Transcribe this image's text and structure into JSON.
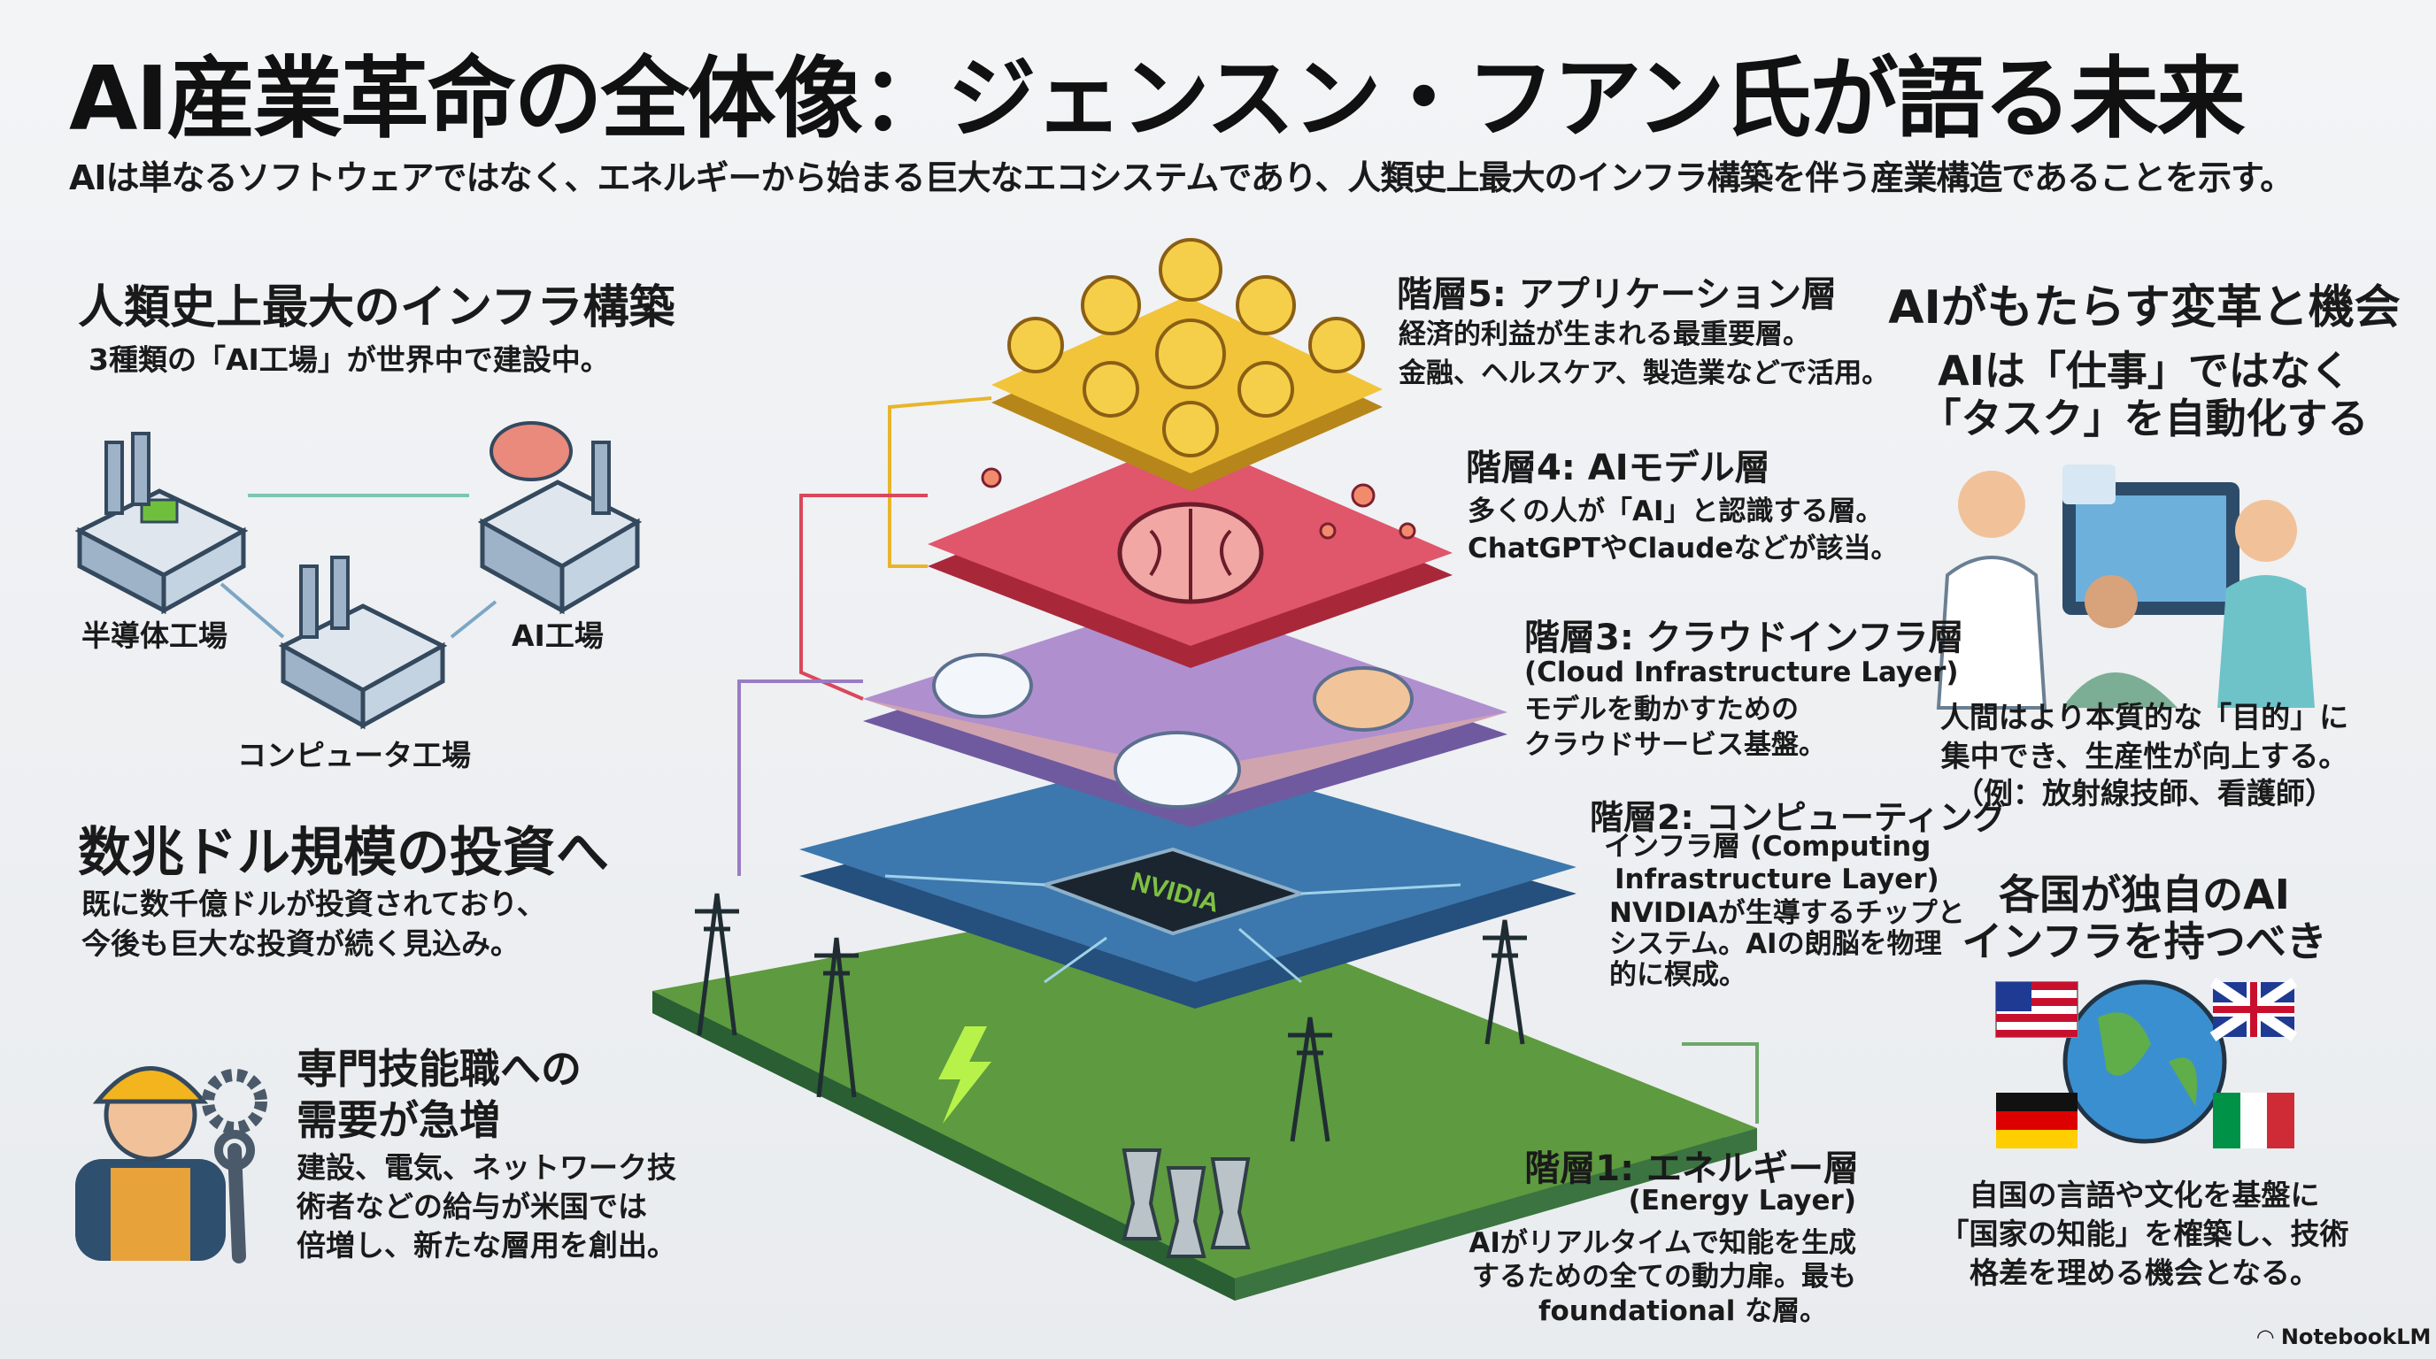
{
  "title": "AI産業革命の全体像：ジェンスン・フアン氏が語る未来",
  "subtitle": "AIは単なるソフトウェアではなく、エネルギーから始まる巨大なエコシステムであり、人類史上最大のインフラ構築を伴う産業構造であることを示す。",
  "left": {
    "infra": {
      "heading": "人類史上最大のインフラ構築",
      "sub": "3種類の「AI工場」が世界中で建設中。",
      "factories": [
        "半導体工場",
        "AI工場",
        "コンピュータ工場"
      ]
    },
    "invest": {
      "heading": "数兆ドル規模の投資へ",
      "lines": [
        "既に数千億ドルが投資されており、",
        "今後も巨大な投資が続く見込み。"
      ]
    },
    "jobs": {
      "heading": [
        "専門技能職への",
        "需要が急増"
      ],
      "lines": [
        "建設、電気、ネットワーク技",
        "術者などの給与が米国では",
        "倍増し、新たな層用を創出。"
      ]
    }
  },
  "layers": [
    {
      "title": "階層5: アプリケーション層",
      "lines": [
        "経済的利益が生まれる最重要層。",
        "金融、ヘルスケア、製造業などで活用。"
      ],
      "color": "#e8b52a"
    },
    {
      "title": "階層4: AIモデル層",
      "lines": [
        "多くの人が「AI」と認識する層。",
        "ChatGPTやClaudeなどが該当。"
      ],
      "color": "#d9475a"
    },
    {
      "title": "階層3: クラウドインフラ層",
      "lines": [
        "(Cloud Infrastructure Layer)",
        "モデルを動かすための",
        "クラウドサービス基盤。"
      ],
      "color": "#9a7cc4"
    },
    {
      "title": "階層2: コンピューティング",
      "lines": [
        "インフラ層 (Computing",
        "Infrastructure Layer)",
        "NVIDIAが生導するチップと",
        "システム。AIの朗脳を物理",
        "的に榠成。"
      ],
      "color": "#2f6fa8",
      "chip_label": "NVIDIA"
    },
    {
      "title": "階層1: エネルギー層",
      "lines": [
        "(Energy Layer)",
        "AIがリアルタイムで知能を生成",
        "するための全ての動力扉。最も",
        "foundational な層。"
      ],
      "color": "#4a8a3c"
    }
  ],
  "right": {
    "heading": "AIがもたらす変革と機会",
    "task": {
      "heading": [
        "AIは「仕事」ではなく",
        "「タスク」を自動化する"
      ],
      "lines": [
        "人間はより本質的な「目的」に",
        "集中でき、生産性が向上する。",
        "（例：放射線技師、看護師）"
      ]
    },
    "sovereign": {
      "heading": [
        "各国が独自のAI",
        "インフラを持つべき"
      ],
      "lines": [
        "自国の言語や文化を基盤に",
        "「国家の知能」を榷築し、技術",
        "格差を理める機会となる。"
      ]
    }
  },
  "footer": {
    "brand": "NotebookLM"
  }
}
